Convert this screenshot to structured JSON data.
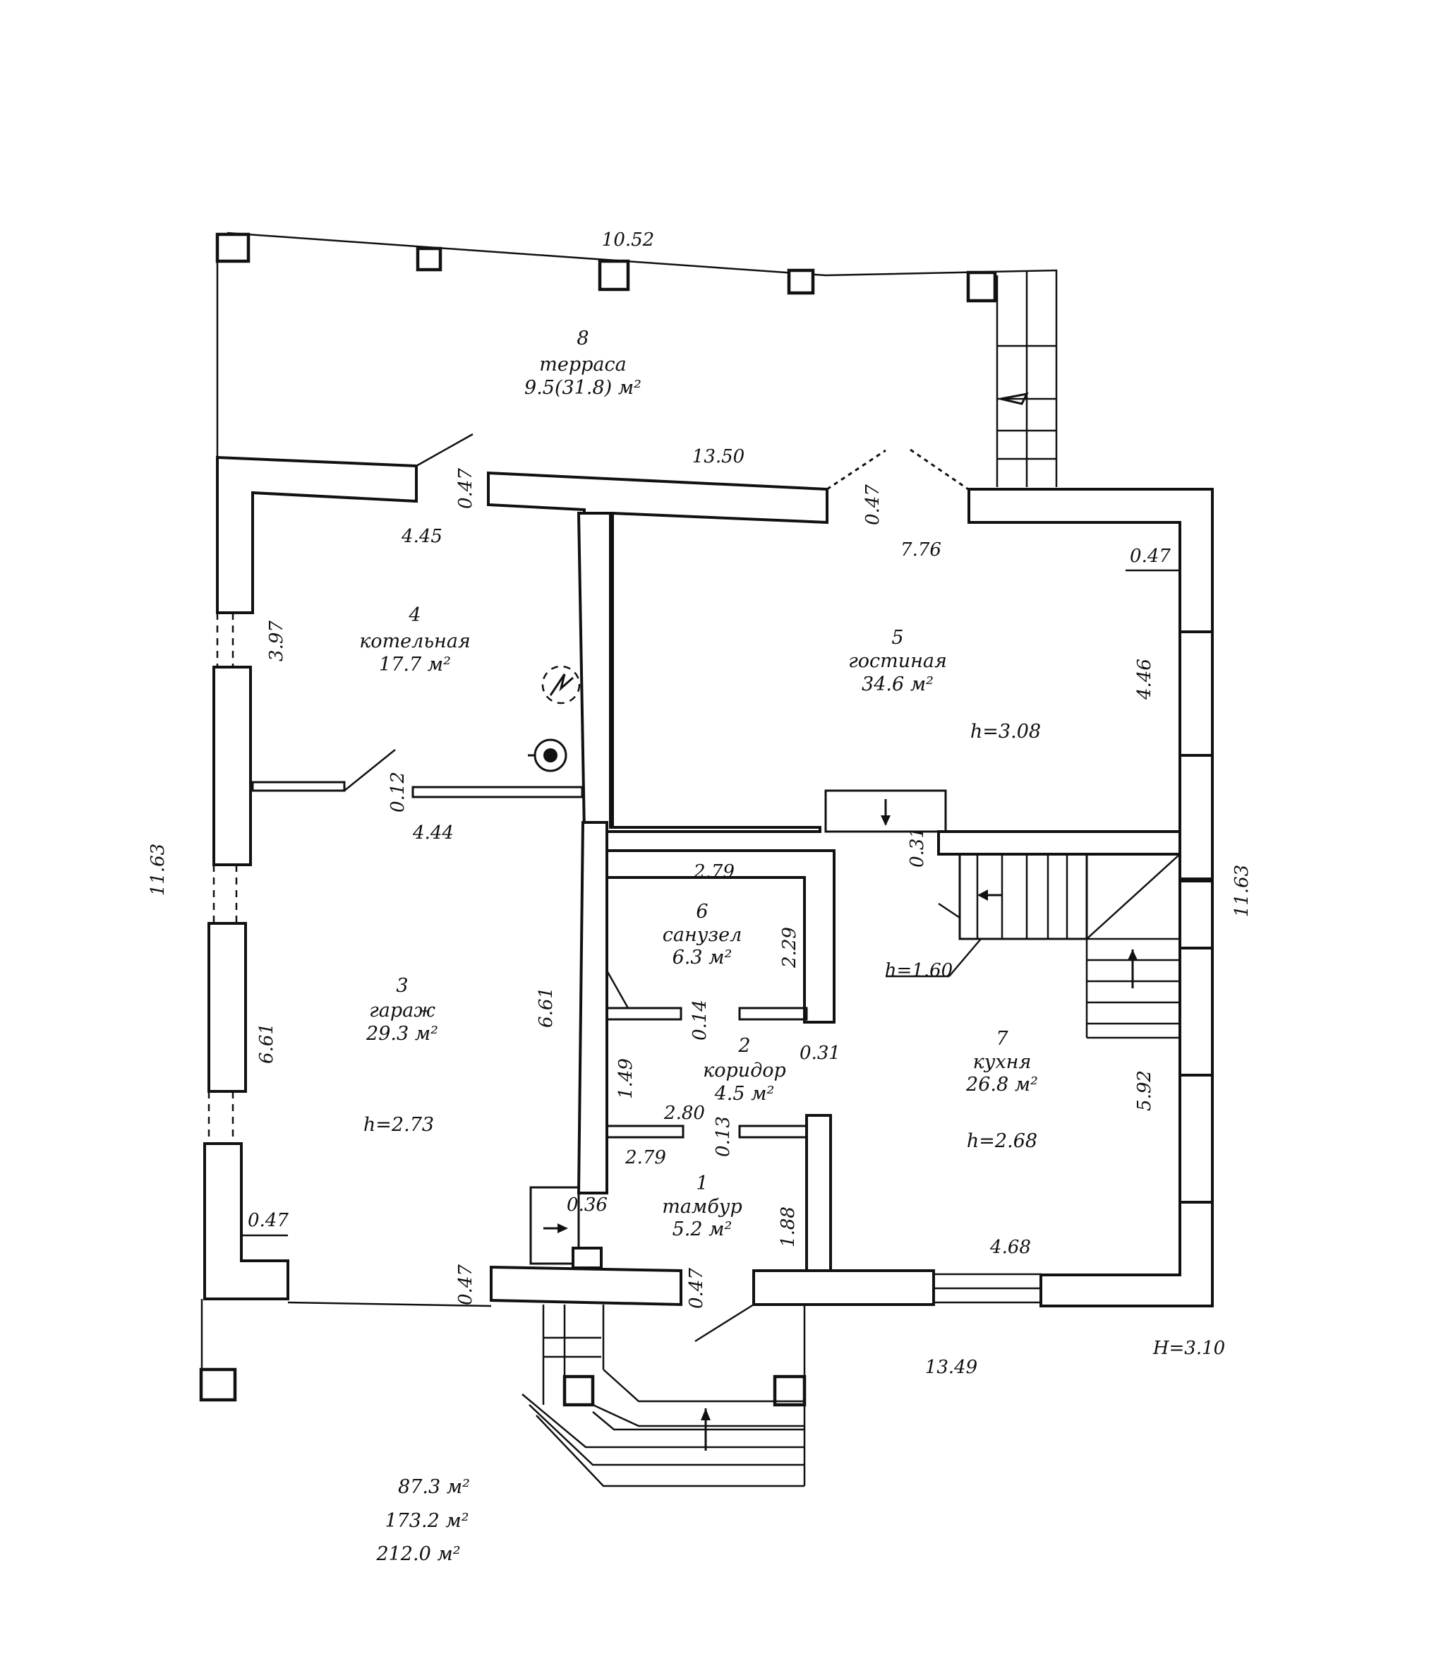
{
  "rooms": [
    {
      "id": "terrace",
      "num": "8",
      "name": "терраса",
      "area": "9.5(31.8) м²"
    },
    {
      "id": "boiler",
      "num": "4",
      "name": "котельная",
      "area": "17.7 м²"
    },
    {
      "id": "living",
      "num": "5",
      "name": "гостиная",
      "area": "34.6 м²",
      "height": "h=3.08"
    },
    {
      "id": "bathroom",
      "num": "6",
      "name": "санузел",
      "area": "6.3 м²"
    },
    {
      "id": "garage",
      "num": "3",
      "name": "гараж",
      "area": "29.3 м²",
      "height": "h=2.73"
    },
    {
      "id": "corridor",
      "num": "2",
      "name": "коридор",
      "area": "4.5 м²"
    },
    {
      "id": "kitchen",
      "num": "7",
      "name": "кухня",
      "area": "26.8 м²",
      "height": "h=2.68"
    },
    {
      "id": "vestibule",
      "num": "1",
      "name": "тамбур",
      "area": "5.2 м²"
    }
  ],
  "dimensions": {
    "terrace_top": "10.52",
    "terrace_wall": "13.50",
    "boiler_top": "4.45",
    "door_left_top": "0.47",
    "door_right_top": "0.47",
    "boiler_side": "3.97",
    "living_top": "7.76",
    "living_wall": "0.47",
    "living_side": "4.46",
    "boiler_bottom": "4.44",
    "boiler_wall": "0.12",
    "living_to_stair": "0.31",
    "outer_left": "11.63",
    "outer_right": "11.63",
    "bath_top": "2.79",
    "bath_side": "2.29",
    "stair_height": "h=1.60",
    "corridor_wall_top": "0.14",
    "corridor_wall_right": "0.31",
    "garage_wall": "6.61",
    "garage_side": "6.61",
    "corridor_side": "1.49",
    "corridor_bottom": "2.80",
    "corridor_wall_bottom": "0.13",
    "vestibule_top": "2.79",
    "kitchen_side": "5.92",
    "vestibule_wall": "0.36",
    "garage_wall_bottom": "0.47",
    "vestibule_side": "1.88",
    "kitchen_bottom": "4.68",
    "garage_door": "0.47",
    "entrance_wall": "0.47",
    "outer_bottom": "13.49",
    "building_height": "H=3.10"
  },
  "totals": [
    "87.3 м²",
    "173.2 м²",
    "212.0 м²"
  ]
}
